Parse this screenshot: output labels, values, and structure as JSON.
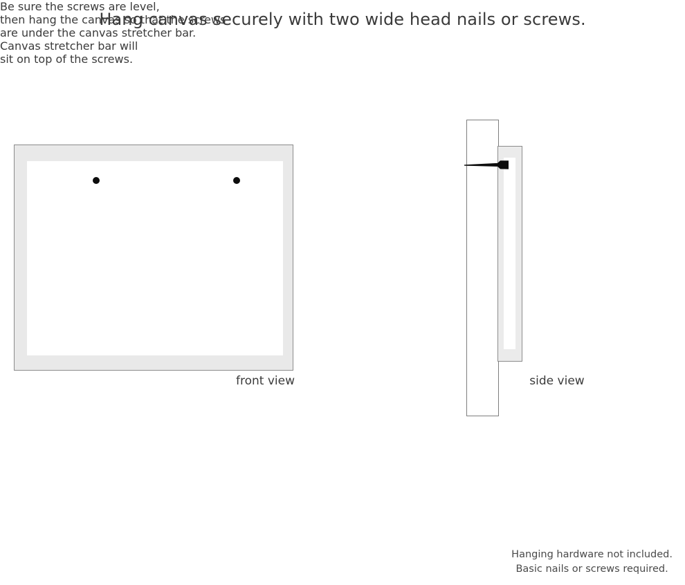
{
  "title": "Hang canvas securely with two wide head nails or screws.",
  "front_view": {
    "caption_lines": [
      "Be sure the screws are level,",
      "then hang the canvas so that the screws",
      "are under the canvas stretcher bar."
    ],
    "label": "front view",
    "screw_count": 2,
    "screw_positions": [
      "left",
      "right"
    ]
  },
  "side_view": {
    "caption_lines": [
      "Canvas stretcher bar will",
      "sit on top of the screws."
    ],
    "label": "side view",
    "screw_count": 1
  },
  "footer": {
    "lines": [
      "Hanging hardware not included.",
      "Basic nails or screws required."
    ]
  },
  "colors": {
    "background": "#ffffff",
    "text": "#3b3b3b",
    "frame_fill": "#e9e9e9",
    "frame_border": "#8b8b8b",
    "canvas_fill": "#ffffff",
    "wall_border": "#7e7e7e",
    "screw": "#0d0d0d"
  }
}
